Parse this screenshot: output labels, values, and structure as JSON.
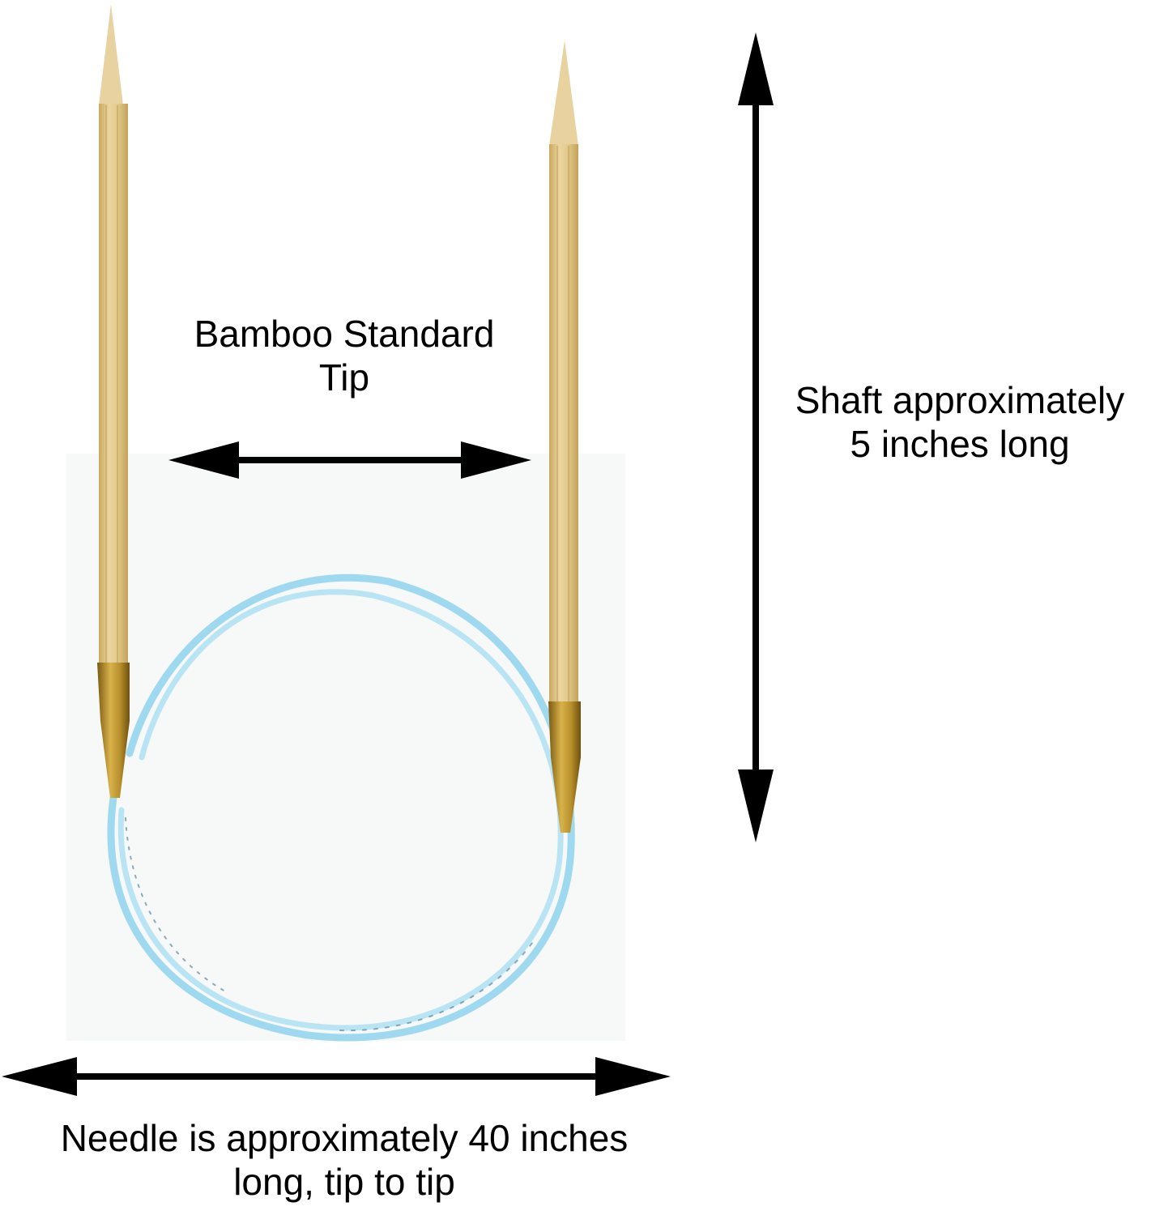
{
  "labels": {
    "tip_line1": "Bamboo Standard",
    "tip_line2": "Tip",
    "shaft_line1": "Shaft approximately",
    "shaft_line2": "5 inches long",
    "needle_line1": "Needle is approximately 40 inches",
    "needle_line2": "long, tip to tip"
  },
  "colors": {
    "bamboo": "#E2C98A",
    "bamboo_dark": "#C9A95E",
    "brass": "#B8902C",
    "cable": "#8FD3EE",
    "arrow": "#000000",
    "background": "#FFFFFF"
  }
}
